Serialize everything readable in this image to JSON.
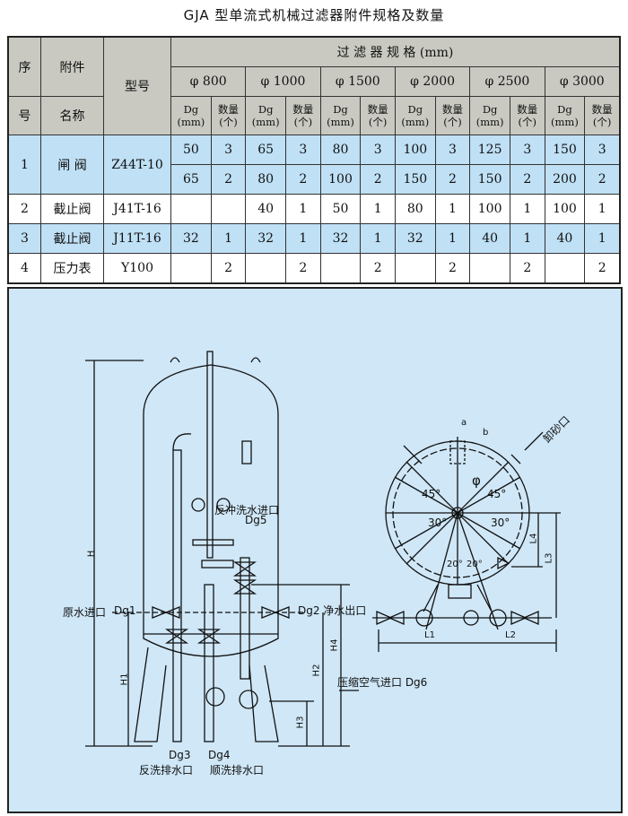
{
  "title": "GJA 型单流式机械过滤器附件规格及数量",
  "table": {
    "h_seq_top": "序",
    "h_seq_bottom": "号",
    "h_name_top": "附件",
    "h_name_bottom": "名称",
    "h_model": "型号",
    "h_spec": "过 滤 器 规 格 (mm)",
    "sizes": [
      "φ 800",
      "φ 1000",
      "φ 1500",
      "φ 2000",
      "φ 2500",
      "φ 3000"
    ],
    "h_dg": "Dg (mm)",
    "h_qty": "数量 (个)",
    "rows": [
      {
        "seq": "1",
        "name": "闸 阀",
        "model": "Z44T-10",
        "values": [
          "50",
          "3",
          "65",
          "3",
          "80",
          "3",
          "100",
          "3",
          "125",
          "3",
          "150",
          "3"
        ],
        "values2": [
          "65",
          "2",
          "80",
          "2",
          "100",
          "2",
          "150",
          "2",
          "150",
          "2",
          "200",
          "2"
        ]
      },
      {
        "seq": "2",
        "name": "截止阀",
        "model": "J41T-16",
        "values": [
          "",
          "",
          "40",
          "1",
          "50",
          "1",
          "80",
          "1",
          "100",
          "1",
          "100",
          "1"
        ]
      },
      {
        "seq": "3",
        "name": "截止阀",
        "model": "J11T-16",
        "values": [
          "32",
          "1",
          "32",
          "1",
          "32",
          "1",
          "32",
          "1",
          "40",
          "1",
          "40",
          "1"
        ]
      },
      {
        "seq": "4",
        "name": "压力表",
        "model": "Y100",
        "values": [
          "",
          "2",
          "",
          "2",
          "",
          "2",
          "",
          "2",
          "",
          "2",
          "",
          "2"
        ]
      }
    ]
  },
  "drawing": {
    "backwash_inlet": "反冲洗水进口",
    "dg5": "Dg5",
    "raw_inlet": "原水进口",
    "dg1": "Dg1",
    "clean_outlet": "Dg2 净水出口",
    "air_inlet": "压缩空气进口 Dg6",
    "dg3": "Dg3",
    "dg4": "Dg4",
    "backwash_drain": "反洗排水口",
    "forward_drain": "顺洗排水口",
    "sand_outlet": "卸砂口",
    "dims": {
      "H": "H",
      "H1": "H1",
      "H2": "H2",
      "H3": "H3",
      "H4": "H4",
      "L1": "L1",
      "L2": "L2",
      "L3": "L3",
      "L4": "L4",
      "a": "a",
      "b": "b",
      "phi": "φ"
    },
    "angles": {
      "a45l": "45°",
      "a45r": "45°",
      "a30l": "30°",
      "a30r": "30°",
      "a20l": "20°",
      "a20r": "20°"
    }
  }
}
